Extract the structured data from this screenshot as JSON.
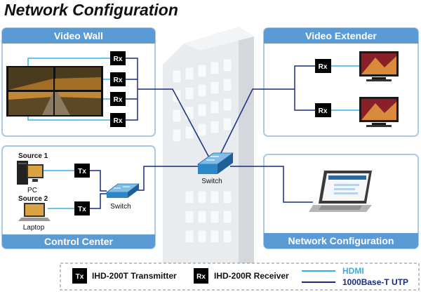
{
  "title": "Network Configuration",
  "panels": {
    "video_wall": "Video Wall",
    "video_extender": "Video Extender",
    "control_center": "Control Center",
    "network_config": "Network Configuration"
  },
  "devices": {
    "rx": "Rx",
    "tx": "Tx",
    "switch": "Switch"
  },
  "sources": {
    "source1": "Source 1",
    "pc": "PC",
    "source2": "Source 2",
    "laptop": "Laptop"
  },
  "legend": {
    "tx_label": "Tx",
    "tx_desc": "IHD-200T Transmitter",
    "rx_label": "Rx",
    "rx_desc": "IHD-200R Receiver",
    "hdmi": "HDMI",
    "utp": "1000Base-T UTP"
  },
  "colors": {
    "panel_header": "#5b9bd5",
    "panel_border": "#a9c9e8",
    "hdmi_line": "#36aee6",
    "utp_line": "#1a2a80",
    "device_box": "#000000"
  }
}
